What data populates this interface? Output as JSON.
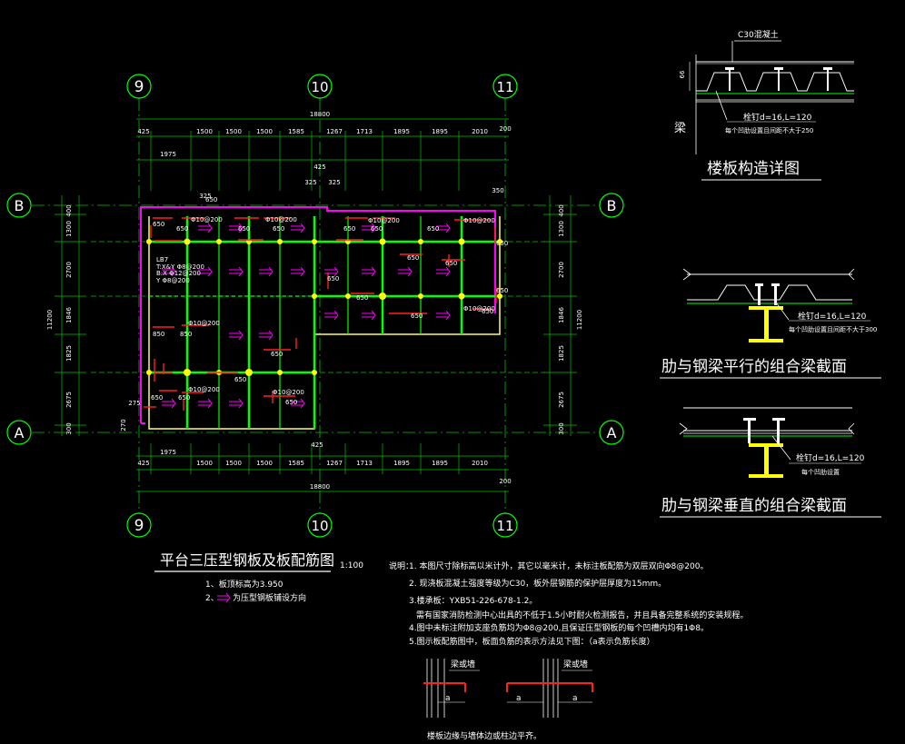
{
  "colors": {
    "background": "#000000",
    "grid": "#00c000",
    "beam": "#00ff00",
    "secondary": "#ffff60",
    "rebar": "#ff2020",
    "edge": "#ff00ff",
    "text": "#ffffff",
    "steel": "#ffff00"
  },
  "axes": {
    "top": [
      "9",
      "10",
      "11"
    ],
    "bottom": [
      "9",
      "10",
      "11"
    ],
    "left": [
      "B",
      "A"
    ],
    "right": [
      "B",
      "A"
    ]
  },
  "dimensions": {
    "overall_width": "18800",
    "top_segments": [
      "425",
      "1500",
      "1500",
      "1500",
      "1585",
      "1267",
      "1713",
      "1895",
      "1895",
      "2010"
    ],
    "top_first": "1975",
    "top_end": "200",
    "bottom_segments": [
      "425",
      "1500",
      "1500",
      "1500",
      "1585",
      "1267",
      "1713",
      "1895",
      "1895",
      "2010"
    ],
    "bottom_first": "1975",
    "bottom_end": "200",
    "overall_height": "11200",
    "left_segments": [
      "400",
      "1300",
      "2700",
      "1846",
      "1825",
      "2675",
      "300"
    ],
    "right_segments": [
      "400",
      "1300",
      "2700",
      "1846",
      "1825",
      "2675",
      "300"
    ],
    "misc": [
      "425",
      "325",
      "325",
      "350",
      "325",
      "275",
      "270",
      "425"
    ]
  },
  "plan_labels": {
    "rebar_small": [
      "Φ10@200",
      "Φ10@200",
      "Φ10@200",
      "Φ10@200",
      "Φ10@200",
      "Φ10@200",
      "Φ10@200",
      "Φ10@200"
    ],
    "lengths": [
      "650",
      "650",
      "650",
      "650",
      "650",
      "850",
      "850",
      "650",
      "650",
      "650",
      "650",
      "650",
      "650",
      "650",
      "650",
      "650",
      "650",
      "650",
      "650",
      "650",
      "650",
      "650",
      "650"
    ],
    "lb_block": [
      "LB7",
      "T:X&Y Φ8@200",
      "B:X Φ12@200",
      "Y Φ8@200"
    ]
  },
  "details": {
    "deck": {
      "concrete_label": "C30混凝土",
      "depth_label": "66",
      "beam_label": "梁",
      "stud_label": "栓钉d=16,L=120",
      "stud_note": "每个凹肋设置且间距不大于250",
      "title": "楼板构造详图"
    },
    "parallel": {
      "stud_label": "栓钉d=16,L=120",
      "stud_note": "每个凹肋设置且间距不大于300",
      "title": "肋与钢梁平行的组合梁截面"
    },
    "perpendicular": {
      "stud_label": "栓钉d=16,L=120",
      "stud_note": "每个凹肋设置",
      "title": "肋与钢梁垂直的组合梁截面"
    }
  },
  "plan_title": {
    "title": "平台三压型钢板及板配筋图",
    "scale": "1:100",
    "note1": "1、板顶标高为3.950",
    "note2_prefix": "2、",
    "note2": "为压型钢板铺设方向"
  },
  "notes": {
    "heading": "说明：",
    "items": [
      "1. 本图尺寸除标高以米计外，其它以毫米计，未标注板配筋为双层双向Φ8@200。",
      "2. 现浇板混凝土强度等级为C30，板外层钢筋的保护层厚度为15mm。",
      "3.楼承板：YXB51-226-678-1.2。",
      "需有国家消防检测中心出具的不低于1.5小时耐火检测报告，并且具备完整系统的安装规程。",
      "4.图中未标注附加支座负筋均为Φ8@200,且保证压型钢板的每个凹槽内均有1Φ8。",
      "5.图示板配筋图中，板面负筋的表示方法见下图：（a表示负筋长度）"
    ],
    "wall_label_1": "梁或墙",
    "wall_label_2": "梁或墙",
    "a_label_1": "a",
    "a_label_2": "a",
    "a_label_3": "a",
    "footer": "楼板边缘与墙体边或柱边平齐。"
  }
}
